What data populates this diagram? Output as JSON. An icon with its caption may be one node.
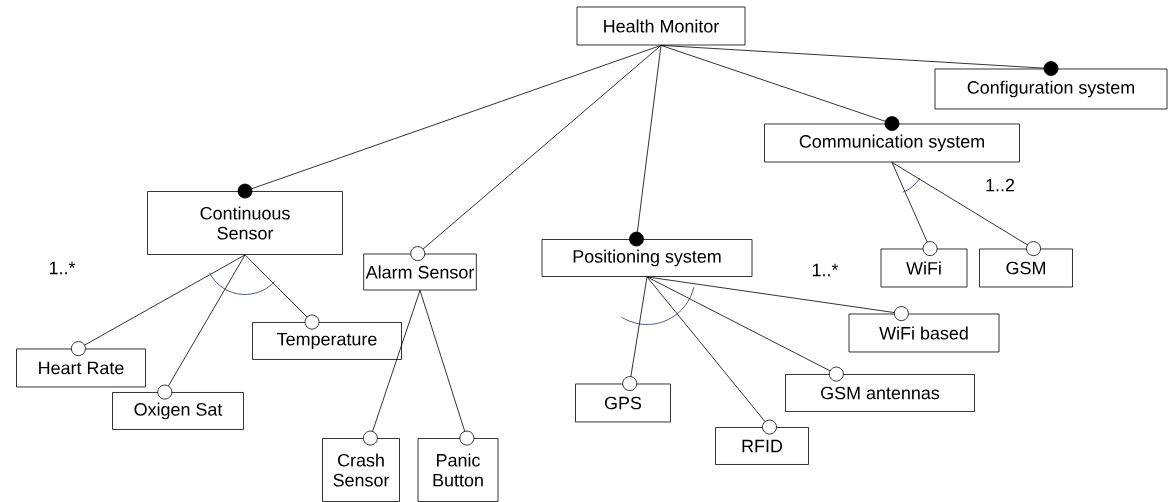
{
  "diagram": {
    "nodes": [
      {
        "text": [
          "Health Monitor"
        ]
      },
      {
        "text": [
          "Continuous Sensor"
        ]
      },
      {
        "text": [
          "Alarm Sensor"
        ]
      },
      {
        "text": [
          "Positioning system"
        ]
      },
      {
        "text": [
          "Communication system"
        ]
      },
      {
        "text": [
          "Configuration system"
        ]
      },
      {
        "text": [
          "Heart Rate"
        ]
      },
      {
        "text": [
          "Oxigen Sat"
        ]
      },
      {
        "text": [
          "Temperature"
        ]
      },
      {
        "text": [
          "Crash Sensor"
        ]
      },
      {
        "text": [
          "Panic Button"
        ]
      },
      {
        "text": [
          "GPS"
        ]
      },
      {
        "text": [
          "RFID"
        ]
      },
      {
        "text": [
          "GSM antennas"
        ]
      },
      {
        "text": [
          "WiFi based"
        ]
      },
      {
        "text": [
          "WiFi"
        ]
      },
      {
        "text": [
          "GSM"
        ]
      }
    ],
    "edges": [
      {
        "from": 0,
        "to": 1,
        "arrow": "other"
      },
      {
        "from": 0,
        "to": 2,
        "arrow": "other"
      },
      {
        "from": 0,
        "to": 3,
        "arrow": "other"
      },
      {
        "from": 0,
        "to": 4,
        "arrow": "other"
      },
      {
        "from": 0,
        "to": 5,
        "arrow": "other"
      },
      {
        "from": 1,
        "to": 6,
        "arrow": "other"
      },
      {
        "from": 1,
        "to": 7,
        "arrow": "other"
      },
      {
        "from": 1,
        "to": 8,
        "arrow": "other"
      },
      {
        "from": 2,
        "to": 9,
        "arrow": "other"
      },
      {
        "from": 2,
        "to": 10,
        "arrow": "other"
      },
      {
        "from": 3,
        "to": 11,
        "arrow": "other"
      },
      {
        "from": 3,
        "to": 12,
        "arrow": "other"
      },
      {
        "from": 3,
        "to": 13,
        "arrow": "other"
      },
      {
        "from": 3,
        "to": 14,
        "arrow": "other"
      },
      {
        "from": 4,
        "to": 15,
        "arrow": "other"
      },
      {
        "from": 4,
        "to": 16,
        "arrow": "other"
      }
    ],
    "labels": [
      "1..2",
      "1..*",
      "1..*"
    ]
  }
}
